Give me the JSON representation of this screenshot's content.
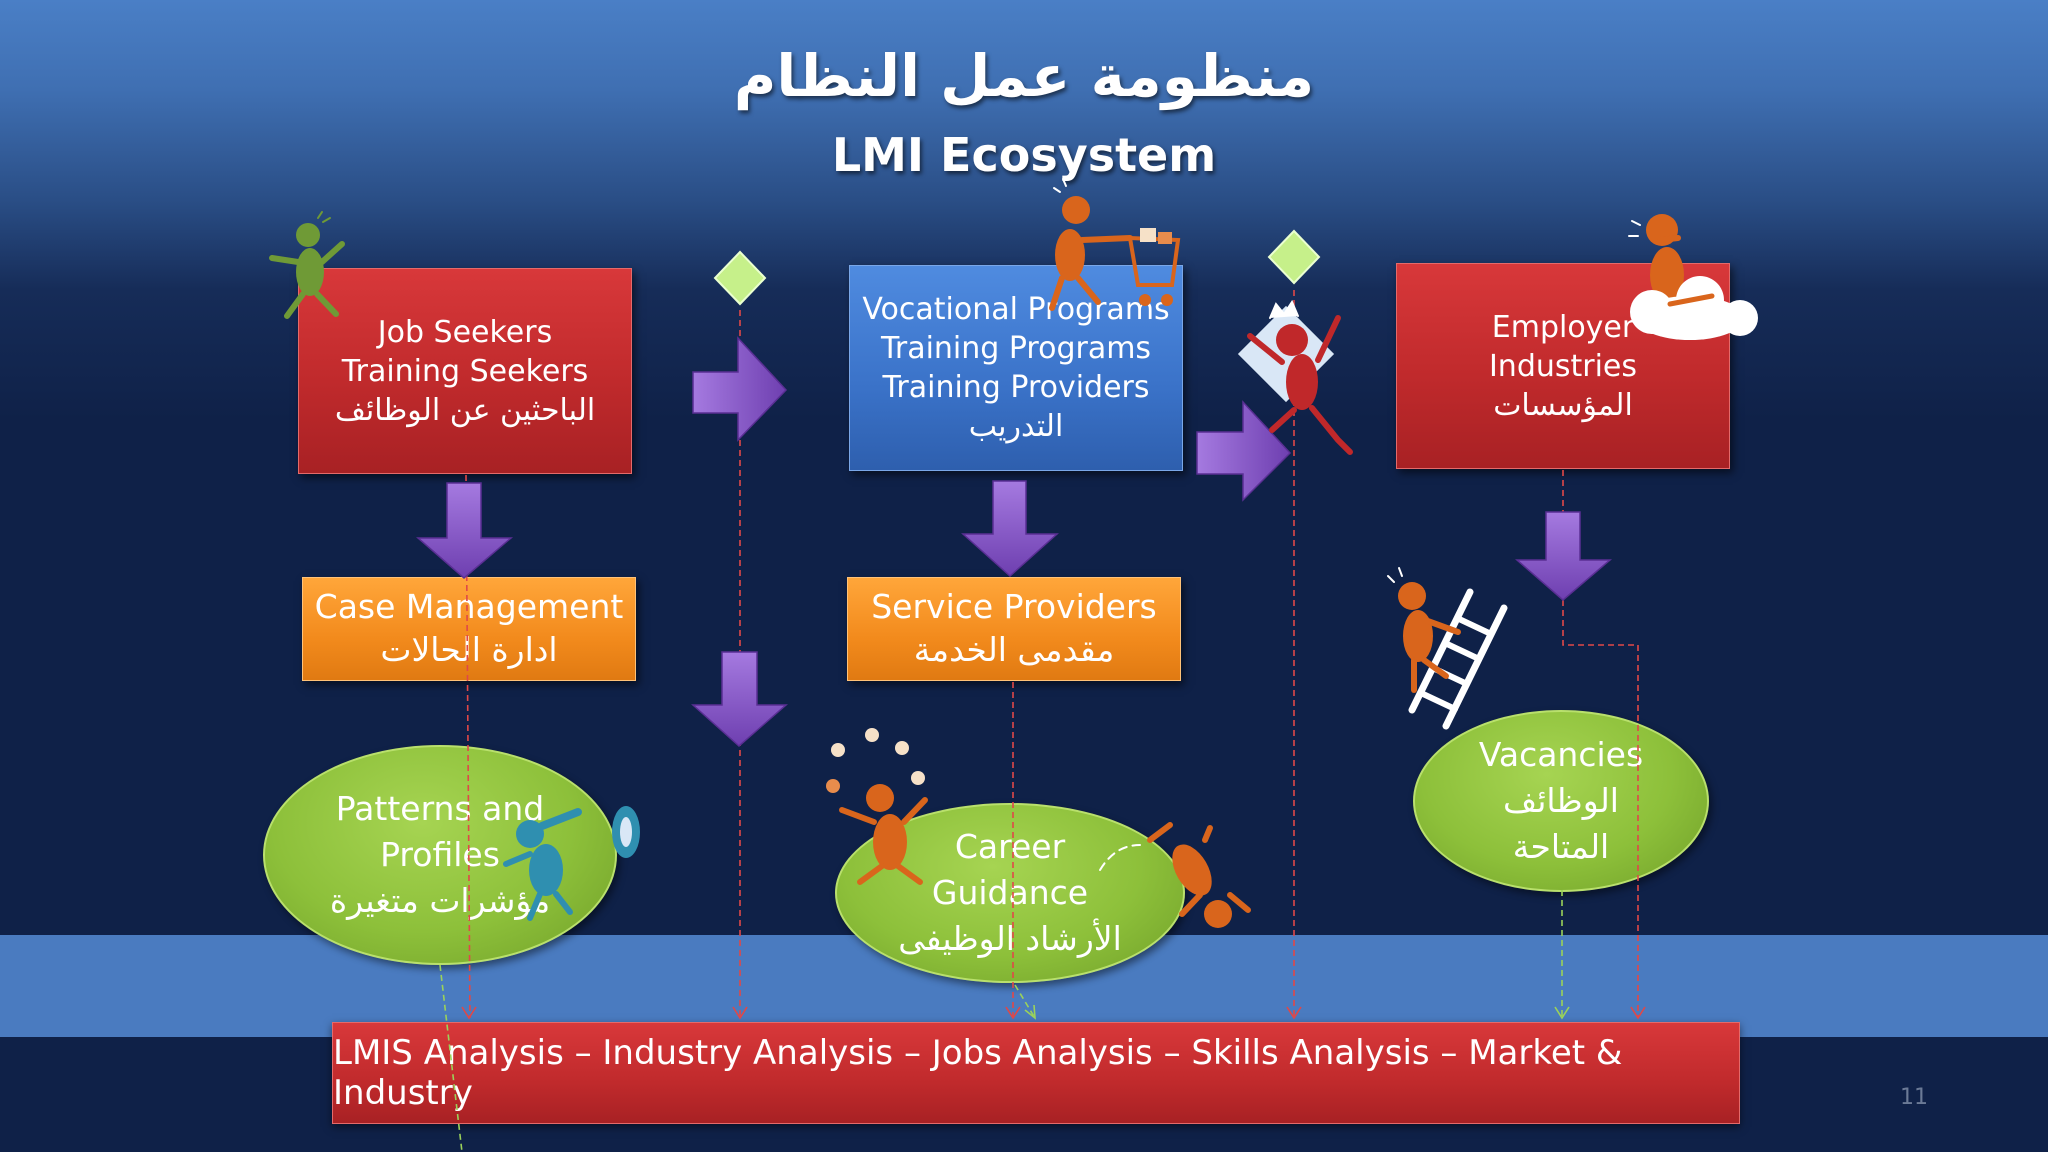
{
  "title": {
    "arabic": "منظومة عمل النظام",
    "english": "LMI Ecosystem"
  },
  "boxes": {
    "job_seekers": {
      "line1": "Job Seekers",
      "line2": "Training Seekers",
      "line3": "الباحثين عن الوظائف"
    },
    "vocational": {
      "line1": "Vocational Programs",
      "line2": "Training Programs",
      "line3": "Training Providers",
      "line4": "التدريب"
    },
    "employers": {
      "line1": "Employer",
      "line2": "Industries",
      "line3": "المؤسسات"
    },
    "case_management": {
      "line1": "Case Management",
      "line2": "ادارة الحالات"
    },
    "service_providers": {
      "line1": "Service Providers",
      "line2": "مقدمى الخدمة"
    }
  },
  "ellipses": {
    "patterns": {
      "line1": "Patterns and",
      "line2": "Profiles",
      "line3": "مؤشرات متغيرة"
    },
    "career": {
      "line1": "Career",
      "line2": "Guidance",
      "line3": "الأرشاد الوظيفى"
    },
    "vacancies": {
      "line1": "Vacancies",
      "line2": "الوظائف",
      "line3": "المتاحة"
    }
  },
  "bottom_bar": "LMIS Analysis – Industry Analysis – Jobs Analysis – Skills Analysis – Market & Industry",
  "slide_number": "11",
  "colors": {
    "red": "#c02a2c",
    "blue": "#3a72c8",
    "orange": "#f28a1c",
    "green": "#8dc03a",
    "arrow_purple": "#8a52c8",
    "diamond": "#c6f08a",
    "figure_orange": "#d9651c",
    "figure_green": "#6f9a36",
    "figure_teal": "#2f8fb0"
  },
  "icons": [
    "green-figure-icon",
    "shopping-cart-figure-icon",
    "jumping-figure-icon",
    "thinking-on-cloud-figure-icon",
    "ladder-climber-figure-icon",
    "juggler-figure-icon",
    "swinging-figure-icon",
    "telescope-figure-icon",
    "decision-diamond-icon"
  ]
}
